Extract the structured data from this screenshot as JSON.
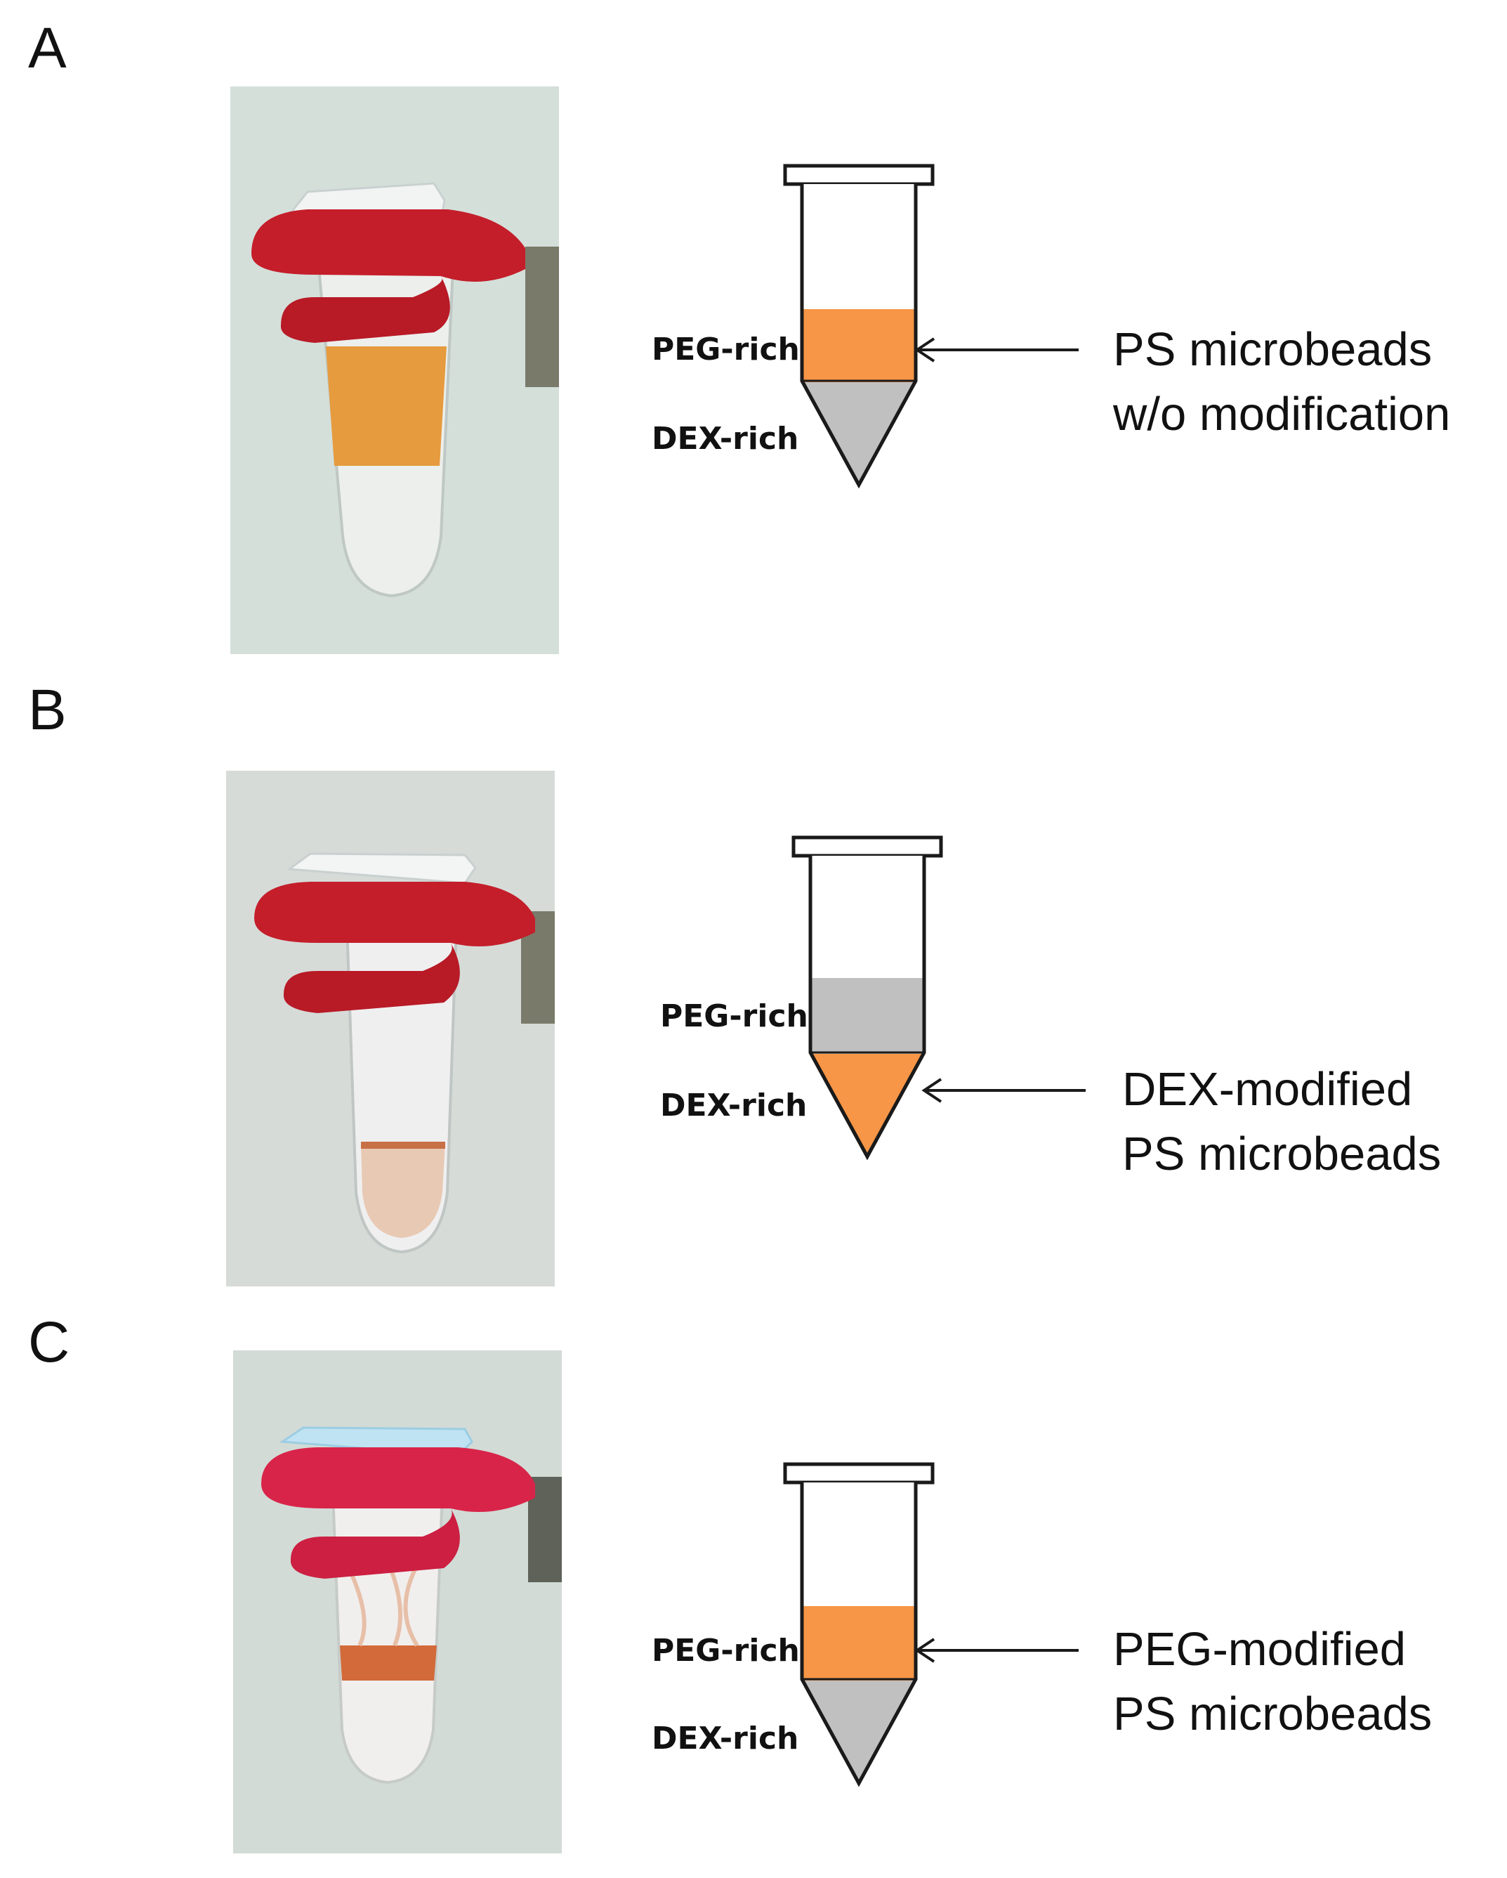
{
  "panels": [
    {
      "id": "A",
      "letter": "A",
      "top_phase_label": "PEG-rich",
      "bottom_phase_label": "DEX-rich",
      "beads_location": "top",
      "caption_lines": [
        "PS microbeads",
        "w/o modification"
      ]
    },
    {
      "id": "B",
      "letter": "B",
      "top_phase_label": "PEG-rich",
      "bottom_phase_label": "DEX-rich",
      "beads_location": "bottom",
      "caption_lines": [
        "DEX-modified",
        "PS microbeads"
      ]
    },
    {
      "id": "C",
      "letter": "C",
      "top_phase_label": "PEG-rich",
      "bottom_phase_label": "DEX-rich",
      "beads_location": "top",
      "caption_lines": [
        "PEG-modified",
        "PS microbeads"
      ]
    }
  ],
  "colors": {
    "bead_phase": "#F79646",
    "plain_phase": "#C0C0C0",
    "clamp_red": "#C41E2A",
    "clamp_pink": "#D9244A",
    "photo_bg": "#D3DED9",
    "tube_outline": "#1A1A1A"
  }
}
